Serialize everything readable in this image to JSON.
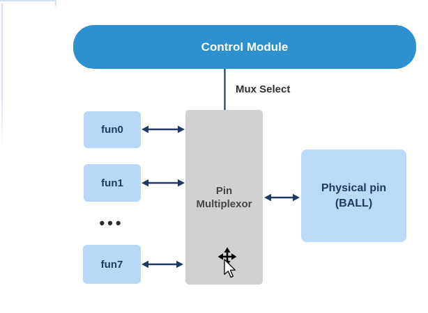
{
  "diagram": {
    "control_module": {
      "label": "Control Module"
    },
    "mux_select_label": "Mux Select",
    "function_blocks": [
      {
        "label": "fun0"
      },
      {
        "label": "fun1"
      },
      {
        "label": "fun7"
      }
    ],
    "ellipsis": "•••",
    "pin_multiplexor": {
      "line1": "Pin",
      "line2": "Multiplexor"
    },
    "physical_pin": {
      "line1": "Physical pin",
      "line2": "(BALL)"
    },
    "icons": {
      "cursor": "move-cursor-icon"
    },
    "colors": {
      "control_module_fill": "#2E90CF",
      "control_module_text": "#FFFFFF",
      "function_block_fill": "#B9D8F7",
      "physical_pin_fill": "#BCDAF8",
      "multiplexor_fill": "#D1D1D1",
      "arrow": "#1F3864",
      "block_label_text": "#1F3864",
      "multiplexor_text": "#454545",
      "mux_select_text": "#2E2E2E",
      "frame_border": "#D4DFF2"
    }
  }
}
